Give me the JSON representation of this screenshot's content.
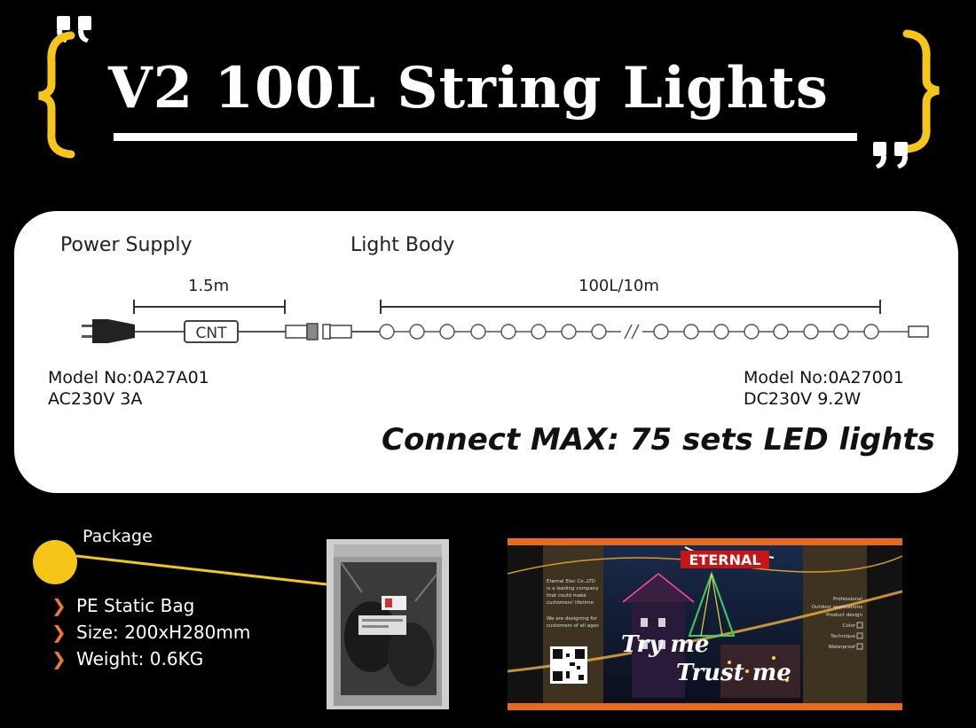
{
  "title": "V2 100L String Lights",
  "colors": {
    "accent_yellow": "#f5c518",
    "accent_orange": "#f07a2a",
    "background": "#000000",
    "card": "#ffffff"
  },
  "diagram": {
    "power_supply_label": "Power Supply",
    "light_body_label": "Light Body",
    "cable_length": "1.5m",
    "body_length": "100L/10m",
    "controller_label": "CNT",
    "left_model": {
      "line1": "Model No:0A27A01",
      "line2": "AC230V 3A"
    },
    "right_model": {
      "line1": "Model No:0A27001",
      "line2": "DC230V 9.2W"
    },
    "connect_max": "Connect MAX: 75 sets LED lights"
  },
  "package": {
    "title": "Package",
    "items": [
      "PE Static Bag",
      "Size: 200xH280mm",
      "Weight: 0.6KG"
    ]
  },
  "banner": {
    "brand": "ETERNAL",
    "slogan1": "Try me",
    "slogan2": "Trust me",
    "company": "Eternal Elec Co.,LTD",
    "left_text1": "is a leading company",
    "left_text2": "that could make",
    "left_text3": "customers' lifetime",
    "left_text4": "We are designing for",
    "left_text5": "customers of all ages",
    "right_items": [
      "Professional",
      "Outdoor applications",
      "Product design",
      "Color",
      "Technique",
      "Waterproof"
    ]
  }
}
